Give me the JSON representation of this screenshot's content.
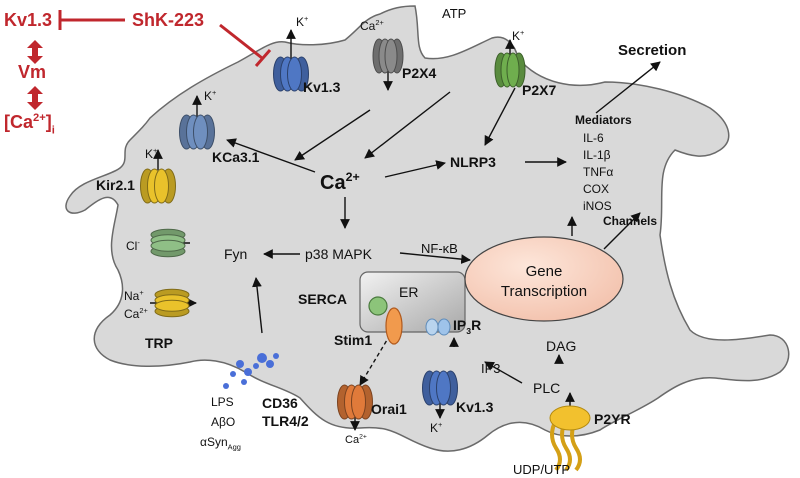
{
  "legend": {
    "kv13": "Kv1.3",
    "vm": "Vm",
    "ca_base": "[Ca",
    "ca_sup": "2+",
    "ca_tail": "]",
    "ca_sub": "i",
    "toxin": "ShK-223"
  },
  "channels": {
    "kv13_top": {
      "label": "Kv1.3",
      "ion": "K",
      "ion_sup": "+"
    },
    "p2x4": {
      "label": "P2X4",
      "ion": "Ca",
      "ion_sup": "2+"
    },
    "atp": "ATP",
    "p2x7": {
      "label": "P2X7",
      "ion": "K",
      "ion_sup": "+"
    },
    "kca31": {
      "label": "KCa3.1",
      "ion": "K",
      "ion_sup": "+"
    },
    "kir21": {
      "label": "Kir2.1",
      "ion": "K",
      "ion_sup": "+"
    },
    "cl": {
      "ion": "Cl",
      "ion_sup": "-"
    },
    "trp": {
      "label": "TRP",
      "ion1": "Na",
      "ion1_sup": "+",
      "ion2": "Ca",
      "ion2_sup": "2+"
    },
    "orai1": {
      "label": "Orai1",
      "ion": "Ca",
      "ion_sup": "2+"
    },
    "kv13_bottom": {
      "label": "Kv1.3",
      "ion": "K",
      "ion_sup": "+"
    },
    "p2yr": {
      "label": "P2YR",
      "ligand": "UDP/UTP"
    }
  },
  "nodes": {
    "calcium": {
      "base": "Ca",
      "sup": "2+"
    },
    "nlrp3": "NLRP3",
    "secretion": "Secretion",
    "mediators_title": "Mediators",
    "mediators": [
      "IL-6",
      "IL-1β",
      "TNFα",
      "COX",
      "iNOS"
    ],
    "channels": "Channels",
    "fyn": "Fyn",
    "p38": "p38 MAPK",
    "nfkb": "NF-κB",
    "gene1": "Gene",
    "gene2": "Transcription",
    "er": "ER",
    "serca": "SERCA",
    "stim1": "Stim1",
    "ip3r": {
      "base": "IP",
      "sub": "3",
      "tail": "R"
    },
    "ip3": "IP3",
    "dag": "DAG",
    "plc": "PLC",
    "receptors1": "CD36",
    "receptors2": "TLR4/2",
    "lps": "LPS",
    "abo": "AβO",
    "asyn": {
      "base": "αSyn",
      "sub": "Agg"
    }
  },
  "colors": {
    "cell": "#d9d9d9",
    "cell_stroke": "#6a6a6a",
    "red": "#c0272d",
    "kv": "#4f77c4",
    "kca": "#6f8fbf",
    "p2x4": "#8a8a8a",
    "p2x7": "#6fae4e",
    "kir": "#e9c22b",
    "cl": "#8fbf86",
    "trp": "#e9c22b",
    "orai": "#e07a3a",
    "gene": "#f8d5c4",
    "p2yr": "#f2c12e"
  }
}
